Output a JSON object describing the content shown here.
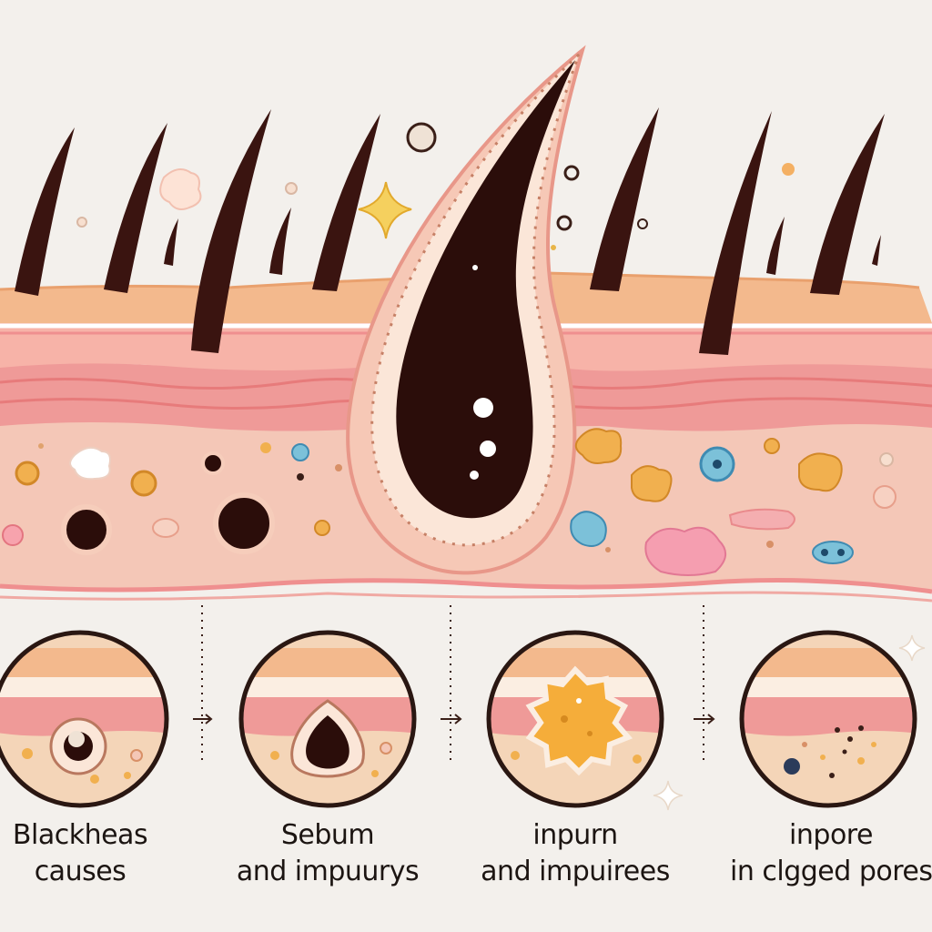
{
  "diagram": {
    "steps": [
      {
        "line1": "Blackheas",
        "line2": "causes",
        "icon": "pore-with-sebum-plug"
      },
      {
        "line1": "Sebum",
        "line2": "and impuurys",
        "icon": "sebum-droplet-in-pore"
      },
      {
        "line1": "inpurn",
        "line2": "and impuirees",
        "icon": "inflamed-impurity"
      },
      {
        "line1": "inpore",
        "line2": "in clgged pores",
        "icon": "clogged-pore-debris"
      }
    ],
    "colors": {
      "background": "#f3f0ec",
      "epidermis": "#f3b98d",
      "dermis": "#f4c7b7",
      "stripe": "#ef8f8f",
      "hair": "#3a1410",
      "sebum": "#2b0d0a",
      "outline": "#3a1f18"
    }
  }
}
